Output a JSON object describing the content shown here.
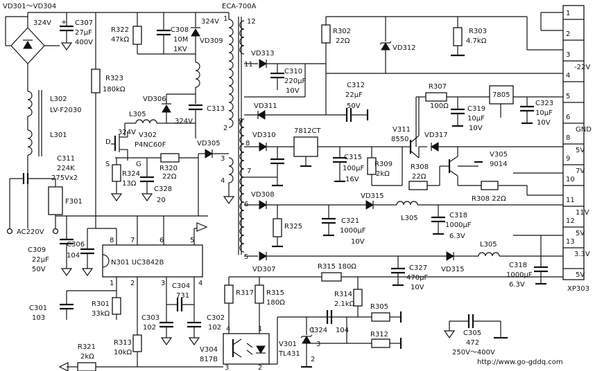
{
  "labels": {
    "rect_range": "VD301～VD304",
    "bridge_v": "324V",
    "c307_name": "C307",
    "c307_val1": "27μF",
    "c307_val2": "400V",
    "r322_name": "R322",
    "r322_val": "47kΩ",
    "c308_name": "C308",
    "c308_val1": "10M",
    "c308_val2": "1KV",
    "v324_top": "324V",
    "vd309": "VD309",
    "transformer": "ECA-700A",
    "r302_name": "R302",
    "r302_val": "22Ω",
    "r303_name": "R303",
    "r303_val": "4.7kΩ",
    "vd312": "VD312",
    "l302": "L302",
    "l302_part": "LV-F2030",
    "l301": "L301",
    "r323_name": "R323",
    "r323_val": "180kΩ",
    "vd313": "VD313",
    "c310_name": "C310",
    "c310_val1": "220μF",
    "c310_val2": "10V",
    "c312_name": "C312",
    "c312_val1": "22μF",
    "c312_val2": "50V",
    "vd306": "VD306",
    "c313": "C313",
    "l305_a": "L305",
    "v324_mid": "324V",
    "vd311": "VD311",
    "r307_name": "R307",
    "r307_val": "100Ω",
    "reg7805": "7805",
    "c319_name": "C319",
    "c319_val1": "10μF",
    "c319_val2": "10V",
    "c323_name": "C323",
    "c323_val1": "10μF",
    "c323_val2": "10V",
    "v324_gate": "324V",
    "v302": "V302",
    "v302_part": "P4NC60F",
    "pin_d": "D",
    "pin_s": "S",
    "pin_g": "G",
    "r324_name": "R324",
    "r324_val": "13Ω",
    "r320_name": "R320",
    "r320_val": "22Ω",
    "c328_name": "C328",
    "c328_val": "20",
    "c311_name": "C311",
    "c311_val1": "224K",
    "c311_val2": "275Vx2",
    "f301": "F301",
    "vd305": "VD305",
    "vd310": "VD310",
    "reg7812": "7812CT",
    "c315_name": "C315",
    "c315_val1": "100μF",
    "c315_val2": "16V",
    "r309_name": "R309",
    "r309_val": "2kΩ",
    "v311": "V311",
    "v311_part": "8550",
    "vd317": "VD317",
    "v305": "V305",
    "v305_part": "9014",
    "r308a_name": "R308",
    "r308a_val": "22Ω",
    "r308b": "R308  22Ω",
    "vd308": "VD308",
    "vd315_a": "VD315",
    "l305_b": "L305",
    "r325": "R325",
    "c321_name": "C321",
    "c321_val1": "1000μF",
    "c321_val2": "10V",
    "c318a_name": "C318",
    "c318a_val1": "1000μF",
    "c318a_val2": "6.3V",
    "ac": "AC220V",
    "c309_name": "C309",
    "c309_val1": "22μF",
    "c309_val2": "50V",
    "c306_name": "C306",
    "c306_val": "104",
    "ic": "N301  UC3842B",
    "vd307": "VD307",
    "r315a": "R315  180Ω",
    "c327_name": "C327",
    "c327_val1": "470μF",
    "c327_val2": "10V",
    "vd315_b": "VD315",
    "l305_c": "L305",
    "c318b_name": "C318",
    "c318b_val1": "1000μF",
    "c318b_val2": "6.3V",
    "c301_name": "C301",
    "c301_val": "103",
    "r301_name": "R301",
    "r301_val": "33kΩ",
    "c304_name": "C304",
    "c304_val": "731",
    "c303_name": "C303",
    "c303_val": "102",
    "c302_name": "C302",
    "c302_val": "102",
    "r317": "R317",
    "r315b_name": "R315",
    "r315b_val": "180Ω",
    "r314_name": "R314",
    "r314_val": "2.1kΩ",
    "r305": "R305",
    "c324": "C324",
    "c324_val": "104",
    "r312": "R312",
    "r313_name": "R313",
    "r313_val": "10kΩ",
    "v304": "V304",
    "v304_part": "817B",
    "v301": "V301",
    "v301_part": "TL431",
    "r321_name": "R321",
    "r321_val": "2kΩ",
    "c305_name": "C305",
    "c305_val": "472",
    "c305_rating": "250V～400V",
    "connector": "XP303",
    "website": "http://www.go-gddq.com"
  },
  "connector_pins": [
    {
      "num": "1",
      "label": ""
    },
    {
      "num": "2",
      "label": ""
    },
    {
      "num": "3",
      "label": "-22V"
    },
    {
      "num": "4",
      "label": ""
    },
    {
      "num": "5",
      "label": ""
    },
    {
      "num": "6",
      "label": "GND"
    },
    {
      "num": "8",
      "label": "5V"
    },
    {
      "num": "9",
      "label": "7V"
    },
    {
      "num": "10",
      "label": ""
    },
    {
      "num": "11",
      "label": "11V"
    },
    {
      "num": "12",
      "label": "5V"
    },
    {
      "num": "13",
      "label": "3.3V"
    },
    {
      "num": "",
      "label": "5V"
    }
  ],
  "ic_pins": [
    "8",
    "7",
    "6",
    "5",
    "1",
    "2",
    "3",
    "4"
  ],
  "transformer_pins": [
    "12",
    "11",
    "1",
    "2",
    "3",
    "4",
    "9",
    "8",
    "7",
    "6",
    "5"
  ],
  "optocoupler_pins": [
    "4",
    "1",
    "3",
    "2"
  ],
  "tl431_pins": [
    "1",
    "3",
    "2"
  ]
}
